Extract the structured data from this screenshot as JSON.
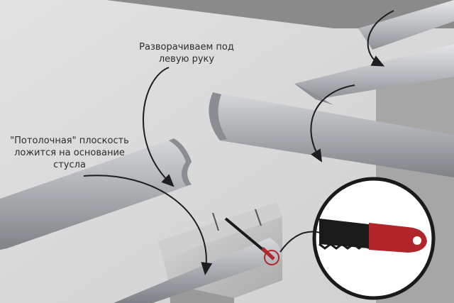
{
  "annotations": {
    "rotate": {
      "line1": "Разворачиваем под",
      "line2": "левую руку"
    },
    "ceiling": {
      "line1": "\"Потолочная\" плоскость",
      "line2": "ложится на основание",
      "line3": "стусла"
    }
  },
  "colors": {
    "background": "#d9d9d9",
    "molding": "#b9bcc0",
    "miter_box": "#c8c8c8",
    "arrow": "#1e1e1e",
    "saw_handle": "#b0262a",
    "saw_blade": "#1a1a1a"
  }
}
